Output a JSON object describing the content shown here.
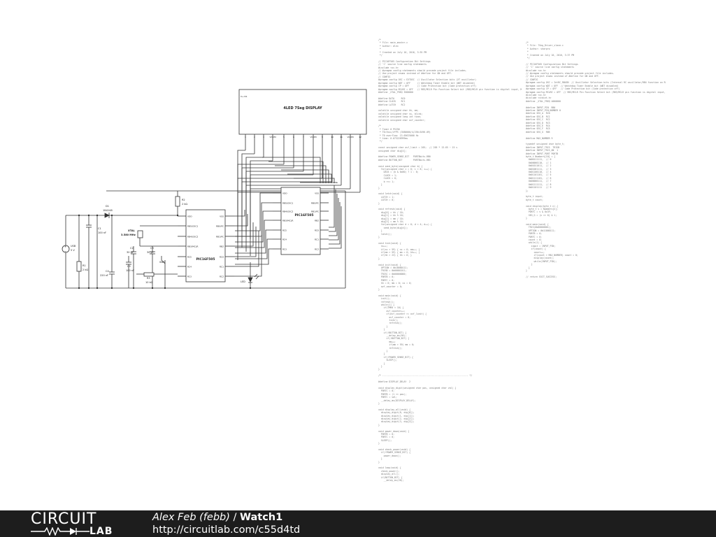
{
  "schematic": {
    "display": {
      "label": "4LED 7Seg DISPLAY",
      "corner_label": "V+ R1",
      "pins": [
        "1",
        "2",
        "3",
        "VCOM",
        "5",
        "6",
        "7",
        "VCOM",
        "9",
        "10",
        "11",
        "VCOM",
        "12"
      ]
    },
    "components": {
      "d1": [
        "D1",
        "1N4148"
      ],
      "c1": [
        "C1",
        "100 nF"
      ],
      "usb": [
        "USB",
        "5 V"
      ],
      "r1": [
        "R1",
        "2 kΩ"
      ],
      "c4": [
        "C4",
        "220 nF"
      ],
      "xtal": [
        "XTAL",
        "3.580 MHz"
      ],
      "c2": [
        "C2",
        "30 pF"
      ],
      "c3": [
        "C3",
        "30 pF"
      ],
      "c5": [
        "C5",
        "100 nF"
      ],
      "r2": [
        "R2",
        "2 kΩ"
      ],
      "r3": [
        "R3",
        "10 kΩ"
      ],
      "sw1": "SW1",
      "led": "LED"
    },
    "chips": [
      {
        "name": "PIC16F505",
        "left_pins": [
          "VDD",
          "RB5/OSC1",
          "RB4/OSC2",
          "RB3/MCLR",
          "RC5",
          "RC4",
          "RC3"
        ],
        "right_pins": [
          "VSS",
          "RB0/PC",
          "RB1/PC",
          "RB2",
          "RC0",
          "RC1",
          "RC2"
        ]
      },
      {
        "name": "PIC16F505",
        "left_pins": [
          "VDD",
          "RB5/OSC1",
          "RB4/OSC2",
          "RB3/MCLR",
          "RC5",
          "RC4",
          "RC3"
        ],
        "right_pins": [
          "VSS",
          "RB0/PC",
          "RB1/PC",
          "RB2",
          "RC0",
          "RC1",
          "RC2"
        ]
      }
    ]
  },
  "code": {
    "left": "/*\n * File: main_master.c\n * Author: Alex\n *\n * Created on July 10, 2016, 3:35 PM\n */\n\n// PIC16F505 Configuration Bit Settings\n// 'C' source line config statements\n#include <xc.h>\n// #pragma config statements should precede project file includes.\n// Use project enums instead of #define for ON and OFF.\n// CONFIG\n#pragma config OSC = EXTOSC  // Oscillator Selection bits (XT oscillator)\n#pragma config WDT = OFF     // Watchdog Timer Enable bit (WDT disabled)\n#pragma config CP = OFF      // Code Protection bit (Code protection off)\n#pragma config MCLRE = OFF   // RB3/MCLR Pin Function Select bit (RB3/MCLR pin function is digital input, MCLR internally tied to VDD)\n#define _XTAL_FREQ 3580000\n\n#define DATA     RC0\n#define CLOCK    RC1\n#define LATCH    RC2\n\nvolatile unsigned char hh, mm;\nvolatile unsigned char ss, blink;\nvolatile unsigned long int time;\nvolatile unsigned char ovf_counter;\n\n/*\n * Timer 0 PS256\n * T0=fosc/4*PS (3580000/4/256=3496.09)\n * T0 overflow: 13.65625000 Hz\n * time: 0.073226999ms\n */\n\nconst unsigned char ovf_limit = 205;  // 205 * 13.65 ~ 15 s\nunsigned char dig[4];\n\n#define POWER_SENSE_BIT   PORTBbits.RB0\n#define BUTTON_BIT        PORTBbits.RB1\n\nvoid send_byte(unsigned char b) {\n  for(unsigned char i = 0; i < 8; i++) {\n    DATA = (b & 0x80) ? 1 : 0;\n    CLOCK = 1;\n    CLOCK = 0;\n    b <<= 1;\n  }\n}\n\nvoid latch(void) {\n  LATCH = 1;\n  LATCH = 0;\n}\n\nvoid refresh(void) {\n  dig[0] = hh / 10;\n  dig[1] = hh % 10;\n  dig[2] = mm / 10;\n  dig[3] = mm % 10;\n  for(unsigned char d = 0; d < 4; d++) {\n    send_byte(dig[d]);\n  }\n  latch();\n}\n\nvoid tick(void) {\n  ss++;\n  if(ss > 59) { ss = 0; mm++; }\n  if(mm > 59) { mm = 0; hh++; }\n  if(hh > 23) { hh = 0; }\n}\n\nvoid init(void) {\n  OPTION = 0b10000111;\n  TRISB = 0b00001011;\n  TRISC = 0b00000000;\n  PORTB = 0;\n  PORTC = 0;\n  hh = 0; mm = 0; ss = 0;\n  ovf_counter = 0;\n}\n\nvoid main(void) {\n  init();\n  refresh();\n  while(1) {\n    if(TMR0 < 10) {\n      ovf_counter++;\n      if(ovf_counter >= ovf_limit) {\n        ovf_counter = 0;\n        tick();\n        refresh();\n      }\n    }\n    if(!BUTTON_BIT) {\n      __delay_ms(50);\n      if(!BUTTON_BIT) {\n        mm++;\n        if(mm > 59) mm = 0;\n        refresh();\n      }\n    }\n    if(!POWER_SENSE_BIT) {\n      SLEEP();\n    }\n  }\n}\n\n/* ---------------------------------------------------------------- */\n\n#define DISPLAY_DELAY  2\n\nvoid display_digit(unsigned char pos, unsigned char val) {\n  PORTC = 0;\n  PORTB = (1 << pos);\n  PORTC = val;\n  __delay_ms(DISPLAY_DELAY);\n}\n\nvoid display_all(void) {\n  display_digit(0, dig[0]);\n  display_digit(1, dig[1]);\n  display_digit(2, dig[2]);\n  display_digit(3, dig[3]);\n}\n\nvoid power_down(void) {\n  PORTB = 0;\n  PORTC = 0;\n  SLEEP();\n}\n\nvoid check_power(void) {\n  if(!POWER_SENSE_BIT) {\n    power_down();\n  }\n}\n\nvoid loop(void) {\n  check_power();\n  display_all();\n  if(BUTTON_BIT) {\n    __delay_ms(20);\n  }\n}\n\n// end of file",
    "right": "/*\n * File: 7Seg_Driver_slave.c\n * Author: sharpro\n *\n * Created on July 10, 2016, 3:37 PM\n */\n\n// PIC16F505 Configuration Bit Settings\n// 'C' source line config statements\n#include <xc.h>\n// #pragma config statements should precede project file includes.\n// Use project enums instead of #define for ON and OFF.\n// CONFIG\n#pragma config OSC = IntRC_RB4EN  // Oscillator Selection bits (Internal RC oscillator/RB4 function on RB4/OSC2/CLKOUT pin)\n#pragma config WDT = OFF  // Watchdog Timer Enable bit (WDT disabled)\n#pragma config CP = OFF   // Code Protection bit (Code protection off)\n#pragma config MCLRE = OFF  // RB3/MCLR Pin Function Select bit (RB3/MCLR pin function is digital input, MCLR internally tied to VDD)\n#include <xc.h>\n#include <stdint.h>\n#define _XTAL_FREQ 4000000\n\n#define INPUT_PIN  RB0\n#define INPUT_PIN_NUMBER 0\n#define SEG_A  RC0\n#define SEG_B  RC1\n#define SEG_C  RC2\n#define SEG_D  RC3\n#define SEG_E  RC4\n#define SEG_F  RC5\n#define SEG_G  RB5\n\n#define MAX_NUMBER 9\n\ntypedef unsigned char byte_t;\n#define INPUT_TRIS  TRISB\n#define INPUT_TRIS_ON  1\n#define INPUT_PORT PORTB\nbyte_t Numbers[10] = {\n  0b00111111,  // 0\n  0b00000110,  // 1\n  0b01011011,  // 2\n  0b01001111,  // 3\n  0b01100110,  // 4\n  0b01101101,  // 5\n  0b01111101,  // 6\n  0b00000111,  // 7\n  0b01111111,  // 8\n  0b01101111   // 9\n};\n\nbyte_t input;\nbyte_t count;\n\nvoid display(byte_t n) {\n  byte_t v = Numbers[n];\n  PORTC = v & 0x3F;\n  SEG_G = (v >> 6) & 1;\n}\n\nvoid main(void) {\n  TRIS(0b00000001);\n  OPTION = 0b11000111;\n  PORTB = 0;\n  PORTC = 0;\n  count = 0;\n  while(1) {\n    input = INPUT_PIN;\n    if(input) {\n      count++;\n      if(count > MAX_NUMBER) count = 0;\n      display(count);\n      while(INPUT_PIN);\n    }\n  }\n}\n\n// return EXIT_SUCCESS;"
  },
  "footer": {
    "logo_top": "CIRCUIT",
    "logo_bottom": "LAB",
    "author": "Alex Feb (febb)",
    "separator": " / ",
    "circuit_name": "Watch1",
    "url": "http://circuitlab.com/c55d4td"
  }
}
